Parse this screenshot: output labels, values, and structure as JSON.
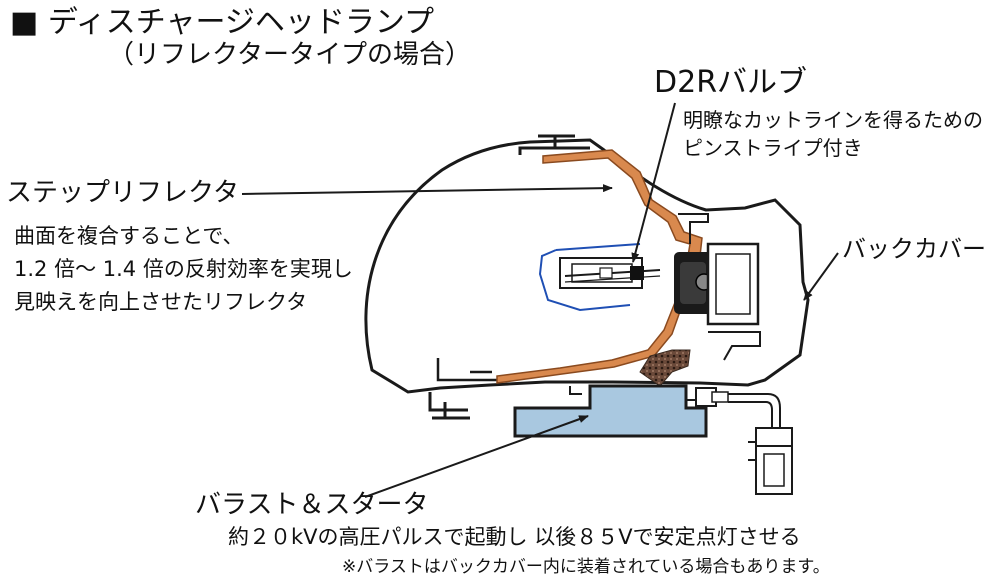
{
  "title": "■ ディスチャージヘッドランプ",
  "subtitle": "（リフレクタータイプの場合）",
  "bulb": {
    "name": "D2Rバルブ",
    "desc_line1": "明瞭なカットラインを得るための",
    "desc_line2": "ピンストライプ付き"
  },
  "reflector": {
    "name": "ステップリフレクタ",
    "desc_line1": "曲面を複合することで、",
    "desc_line2": "1.2 倍～ 1.4 倍の反射効率を実現し",
    "desc_line3": "見映えを向上させたリフレクタ"
  },
  "back_cover": {
    "name": "バックカバー"
  },
  "ballast": {
    "name": "バラスト＆スタータ",
    "desc_line1": "約２０kVの高圧パルスで起動し 以後８５Vで安定点灯させる",
    "note": "※バラストはバックカバー内に装着されている場合もあります。"
  },
  "colors": {
    "reflector": "#d9894e",
    "ballast_fill": "#a9c8e0",
    "glass_blue": "#1f4fb4",
    "line": "#1a1a1a"
  }
}
